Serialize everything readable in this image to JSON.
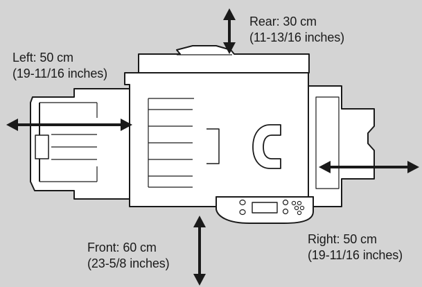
{
  "colors": {
    "background": "#d4d4d4",
    "device_fill": "#ffffff",
    "line": "#1a1a1a"
  },
  "clearances": {
    "rear": {
      "metric": "Rear: 30 cm",
      "imperial": "(11-13/16 inches)"
    },
    "left": {
      "metric": "Left: 50 cm",
      "imperial": "(19-11/16 inches)"
    },
    "front": {
      "metric": "Front: 60 cm",
      "imperial": "(23-5/8 inches)"
    },
    "right": {
      "metric": "Right: 50 cm",
      "imperial": "(19-11/16 inches)"
    }
  },
  "icons": {
    "arrows": "double-headed-arrow",
    "device": "printer-top-view"
  }
}
